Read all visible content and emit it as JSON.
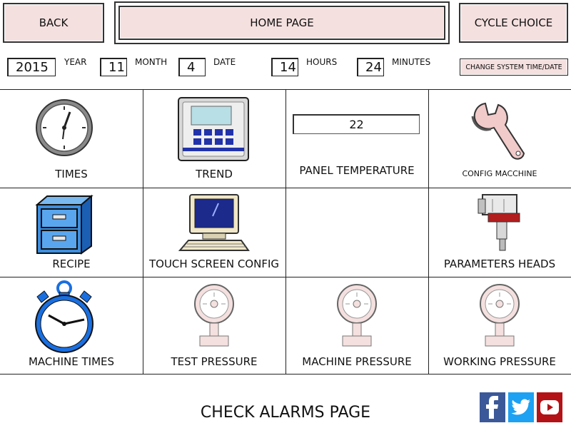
{
  "header": {
    "back_label": "BACK",
    "home_label": "HOME PAGE",
    "cycle_label": "CYCLE CHOICE"
  },
  "datetime": {
    "year": {
      "value": "2015",
      "label": "YEAR"
    },
    "month": {
      "value": "11",
      "label": "MONTH"
    },
    "date": {
      "value": "4",
      "label": "DATE"
    },
    "hours": {
      "value": "14",
      "label": "HOURS"
    },
    "minutes": {
      "value": "24",
      "label": "MINUTES"
    },
    "change_label": "CHANGE SYSTEM TIME/DATE"
  },
  "tiles": {
    "times": "TIMES",
    "trend": "TREND",
    "panel_temperature": {
      "label": "PANEL TEMPERATURE",
      "value": "22"
    },
    "config_machine": "CONFIG MACCHINE",
    "recipe": "RECIPE",
    "touch_screen_config": "TOUCH SCREEN CONFIG",
    "parameters_heads": "PARAMETERS HEADS",
    "machine_times": "MACHINE TIMES",
    "test_pressure": "TEST PRESSURE",
    "machine_pressure": "MACHINE PRESSURE",
    "working_pressure": "WORKING PRESSURE"
  },
  "footer": {
    "alarms_label": "CHECK ALARMS PAGE",
    "social": [
      "facebook-icon",
      "twitter-icon",
      "youtube-icon"
    ]
  },
  "colors": {
    "button_bg": "#f4e0df",
    "facebook": "#3b5998",
    "twitter": "#1da1f2",
    "youtube": "#b31217"
  }
}
